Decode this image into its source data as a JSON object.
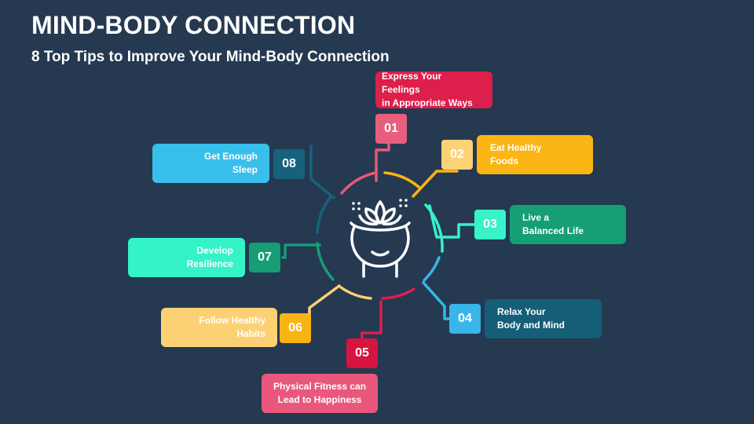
{
  "header": {
    "title": "MIND-BODY CONNECTION",
    "subtitle": "8 Top Tips to Improve Your Mind-Body Connection"
  },
  "tips": [
    {
      "number": "01",
      "text": "Express Your Feelings\nin Appropriate Ways"
    },
    {
      "number": "02",
      "text": "Eat Healthy\nFoods"
    },
    {
      "number": "03",
      "text": "Live a\nBalanced Life"
    },
    {
      "number": "04",
      "text": "Relax Your\nBody and Mind"
    },
    {
      "number": "05",
      "text": "Physical Fitness can\nLead to Happiness"
    },
    {
      "number": "06",
      "text": "Follow Healthy\nHabits"
    },
    {
      "number": "07",
      "text": "Develop\nResilience"
    },
    {
      "number": "08",
      "text": "Get Enough\nSleep"
    }
  ],
  "colors": {
    "background": "#253951",
    "tip_01": "#dc1f4b",
    "num_01": "#e85f7e",
    "tip_02": "#fbb514",
    "num_02": "#fcd277",
    "tip_03": "#169e74",
    "num_03": "#38f2c8",
    "tip_04": "#145e77",
    "num_04": "#38b6ea",
    "tip_05": "#e9577a",
    "num_05": "#d6143f",
    "tip_06": "#fcd174",
    "num_06": "#f9b313",
    "tip_07": "#34f3c8",
    "num_07": "#179d75",
    "tip_08": "#39bfeb",
    "num_08": "#16627c"
  },
  "center_icon": "head-with-lotus-icon"
}
